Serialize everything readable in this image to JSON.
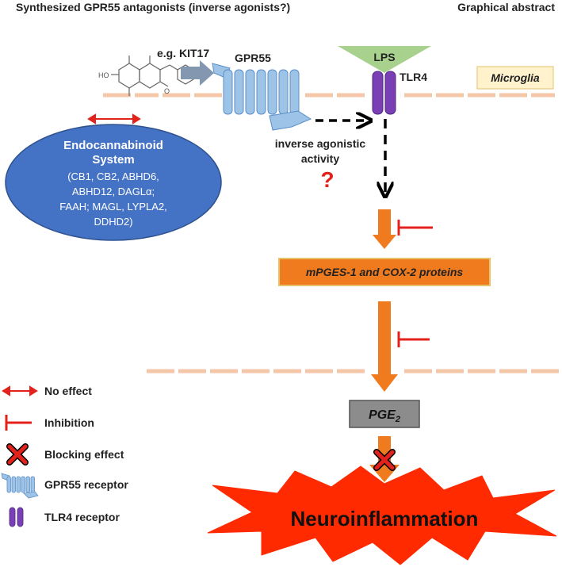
{
  "header": {
    "title": "Synthesized GPR55 antagonists (inverse agonists?)",
    "graphical_abstract": "Graphical abstract"
  },
  "ligand": {
    "label": "e.g. KIT17",
    "ho": "HO",
    "carbonyl": "O"
  },
  "receptors": {
    "gpr55": "GPR55",
    "tlr4": "TLR4",
    "lps": "LPS",
    "microglia": "Microglia"
  },
  "ecs": {
    "title_line1": "Endocannabinoid",
    "title_line2": "System",
    "lines": [
      "(CB1, CB2, ABHD6,",
      "ABHD12, DAGLα;",
      "FAAH; MAGL, LYPLA2,",
      "DDHD2)"
    ]
  },
  "pathway": {
    "inverse_line1": "inverse agonistic",
    "inverse_line2": "activity",
    "question": "?",
    "proteins_main": "mPGES-1 and COX-2 proteins",
    "pge_main": "PGE",
    "pge_sub": "2",
    "outcome": "Neuroinflammation"
  },
  "legend": [
    {
      "symbol": "double-arrow",
      "label": "No effect"
    },
    {
      "symbol": "inhibition-bar",
      "label": "Inhibition"
    },
    {
      "symbol": "blocking-x",
      "label": "Blocking effect"
    },
    {
      "symbol": "gpr55-glyph",
      "label": "GPR55 receptor"
    },
    {
      "symbol": "tlr4-glyph",
      "label": "TLR4 receptor"
    }
  ],
  "colors": {
    "orange": "#f07a1e",
    "red": "#e3221b",
    "blue_ellipse": "#4472c4",
    "gpr55_blue": "#9dc3e6",
    "tlr4_purple": "#7b3fb5",
    "lps_green": "#a9d18e",
    "membrane": "#f4c7a8",
    "grey_arrow": "#8497b0"
  }
}
